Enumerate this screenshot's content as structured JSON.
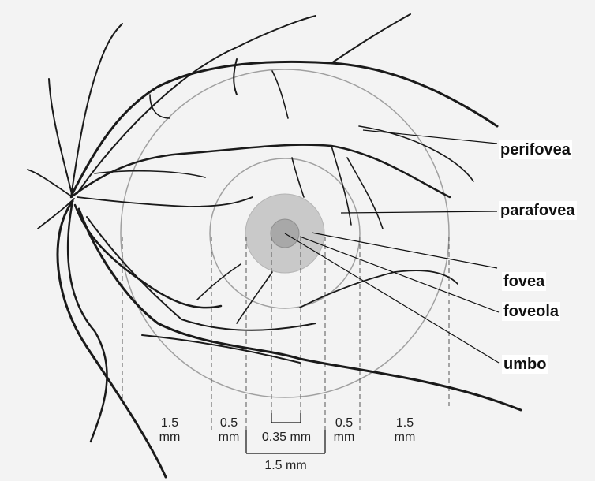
{
  "labels": {
    "perifovea": "perifovea",
    "parafovea": "parafovea",
    "fovea": "fovea",
    "foveola": "foveola",
    "umbo": "umbo"
  },
  "dimensions": {
    "perifovea_width": "1.5",
    "parafovea_width": "0.5",
    "foveola_width": "0.35 mm",
    "fovea_width": "1.5 mm",
    "unit": "mm"
  },
  "colors": {
    "background": "#f3f3f3",
    "vessel": "#1a1a1a",
    "ring": "#9a9a9a",
    "fovea_fill": "#c8c8c8",
    "foveola_fill": "#a6a6a6",
    "label_background": "#ffffff"
  }
}
